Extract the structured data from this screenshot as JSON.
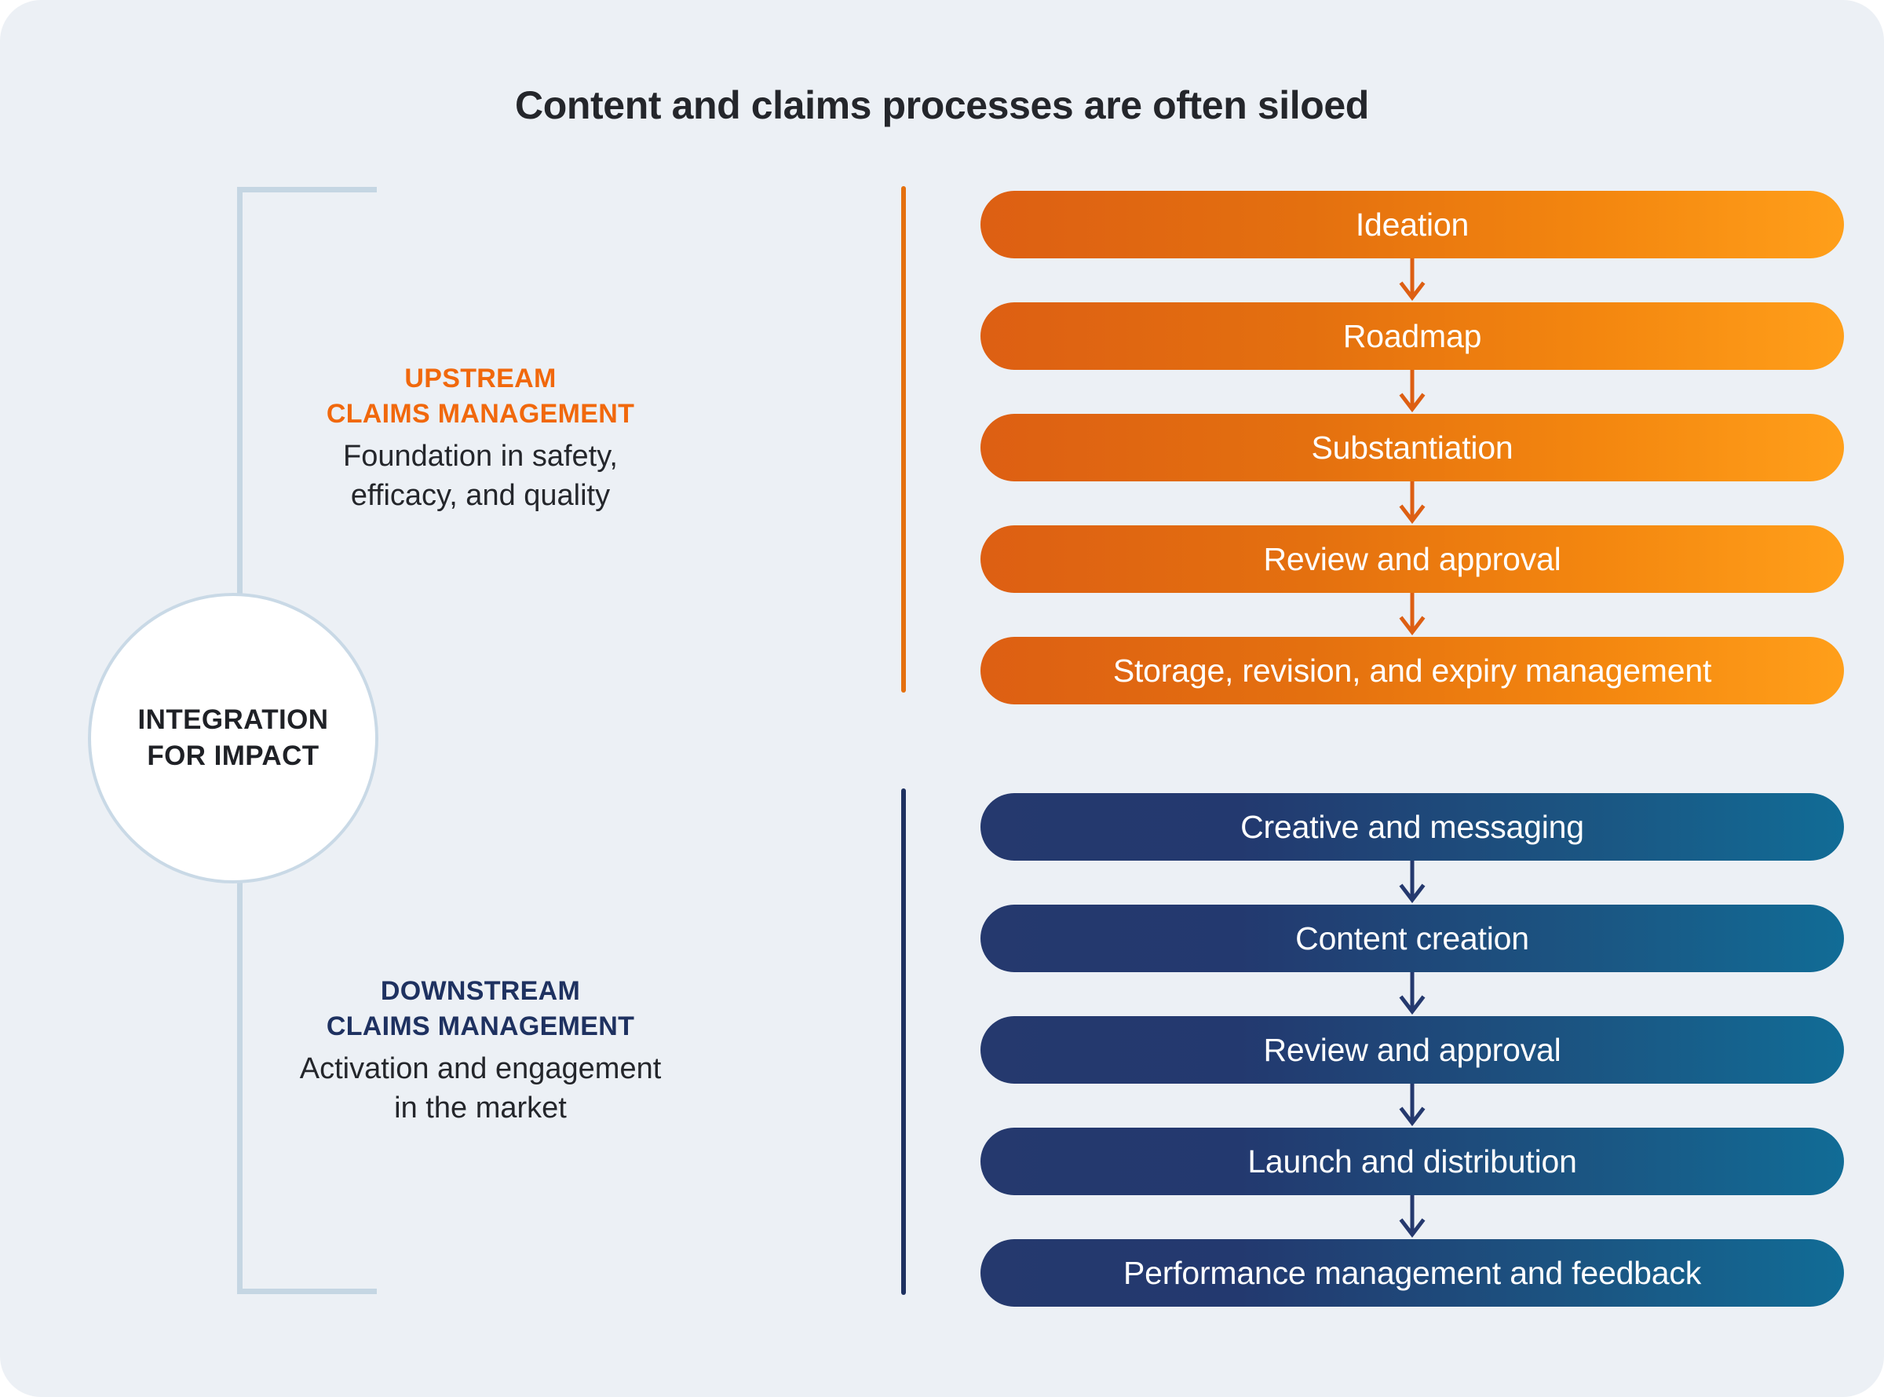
{
  "title": "Content and claims processes are often siloed",
  "center_node": {
    "line1": "INTEGRATION",
    "line2": "FOR IMPACT"
  },
  "colors": {
    "background": "#ecf0f5",
    "orange_accent": "#f1680c",
    "orange_gradient_start": "#dd5f13",
    "orange_gradient_end": "#ff9f1a",
    "navy_accent": "#1e3160",
    "navy_gradient_start": "#25396e",
    "navy_gradient_end": "#116c96",
    "bracket": "#c5d6e3",
    "title_text": "#24262b"
  },
  "sections": [
    {
      "id": "upstream",
      "kicker_line1": "UPSTREAM",
      "kicker_line2": "CLAIMS MANAGEMENT",
      "sub_line1": "Foundation in safety,",
      "sub_line2": "efficacy, and quality",
      "steps": [
        "Ideation",
        "Roadmap",
        "Substantiation",
        "Review and approval",
        "Storage, revision, and expiry management"
      ]
    },
    {
      "id": "downstream",
      "kicker_line1": "DOWNSTREAM",
      "kicker_line2": "CLAIMS MANAGEMENT",
      "sub_line1": "Activation and engagement",
      "sub_line2": "in the market",
      "steps": [
        "Creative and messaging",
        "Content creation",
        "Review and approval",
        "Launch and distribution",
        "Performance management and feedback"
      ]
    }
  ]
}
